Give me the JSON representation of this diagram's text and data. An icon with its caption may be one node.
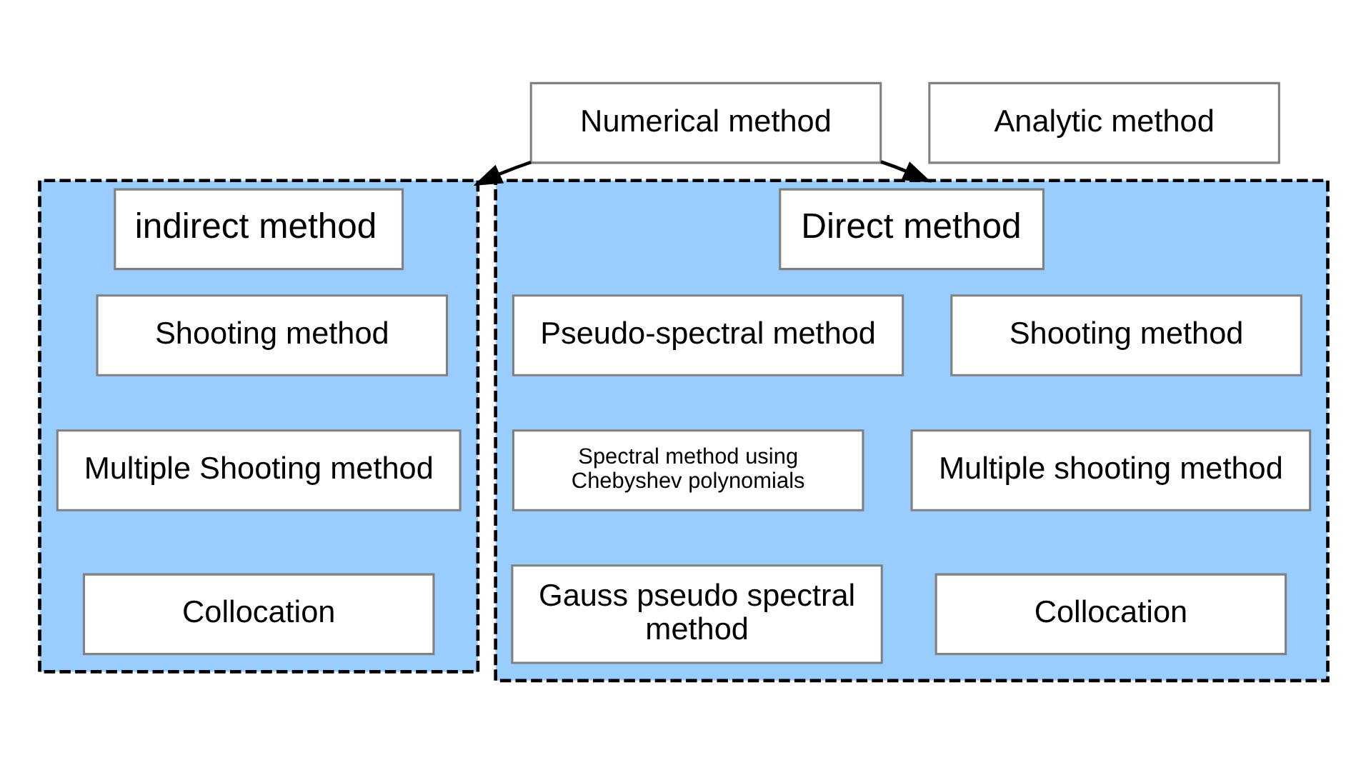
{
  "diagram": {
    "nodes": [
      {
        "text": [
          "Numerical method"
        ]
      },
      {
        "text": [
          "Analytic method"
        ]
      },
      {
        "text": [
          "indirect method"
        ]
      },
      {
        "text": [
          "Shooting method"
        ],
        "in": 2
      },
      {
        "text": [
          "Multiple Shooting method"
        ],
        "in": 2
      },
      {
        "text": [
          "Collocation"
        ],
        "in": 2
      },
      {
        "text": [
          "Direct method"
        ]
      },
      {
        "text": [
          "Shooting method"
        ],
        "in": 6
      },
      {
        "text": [
          "Pseudo-spectral method"
        ],
        "in": 6
      },
      {
        "text": [
          "Multiple shooting method"
        ],
        "in": 6
      },
      {
        "text": [
          "Spectral method using Chebyshev polynomials"
        ],
        "in": 6
      },
      {
        "text": [
          "Collocation"
        ],
        "in": 6
      },
      {
        "text": [
          "Gauss pseudo spectral method"
        ],
        "in": 6
      }
    ],
    "edges": [
      {
        "from": 0,
        "to": 2,
        "arrow": "to"
      },
      {
        "from": 0,
        "to": 6,
        "arrow": "to"
      }
    ]
  }
}
